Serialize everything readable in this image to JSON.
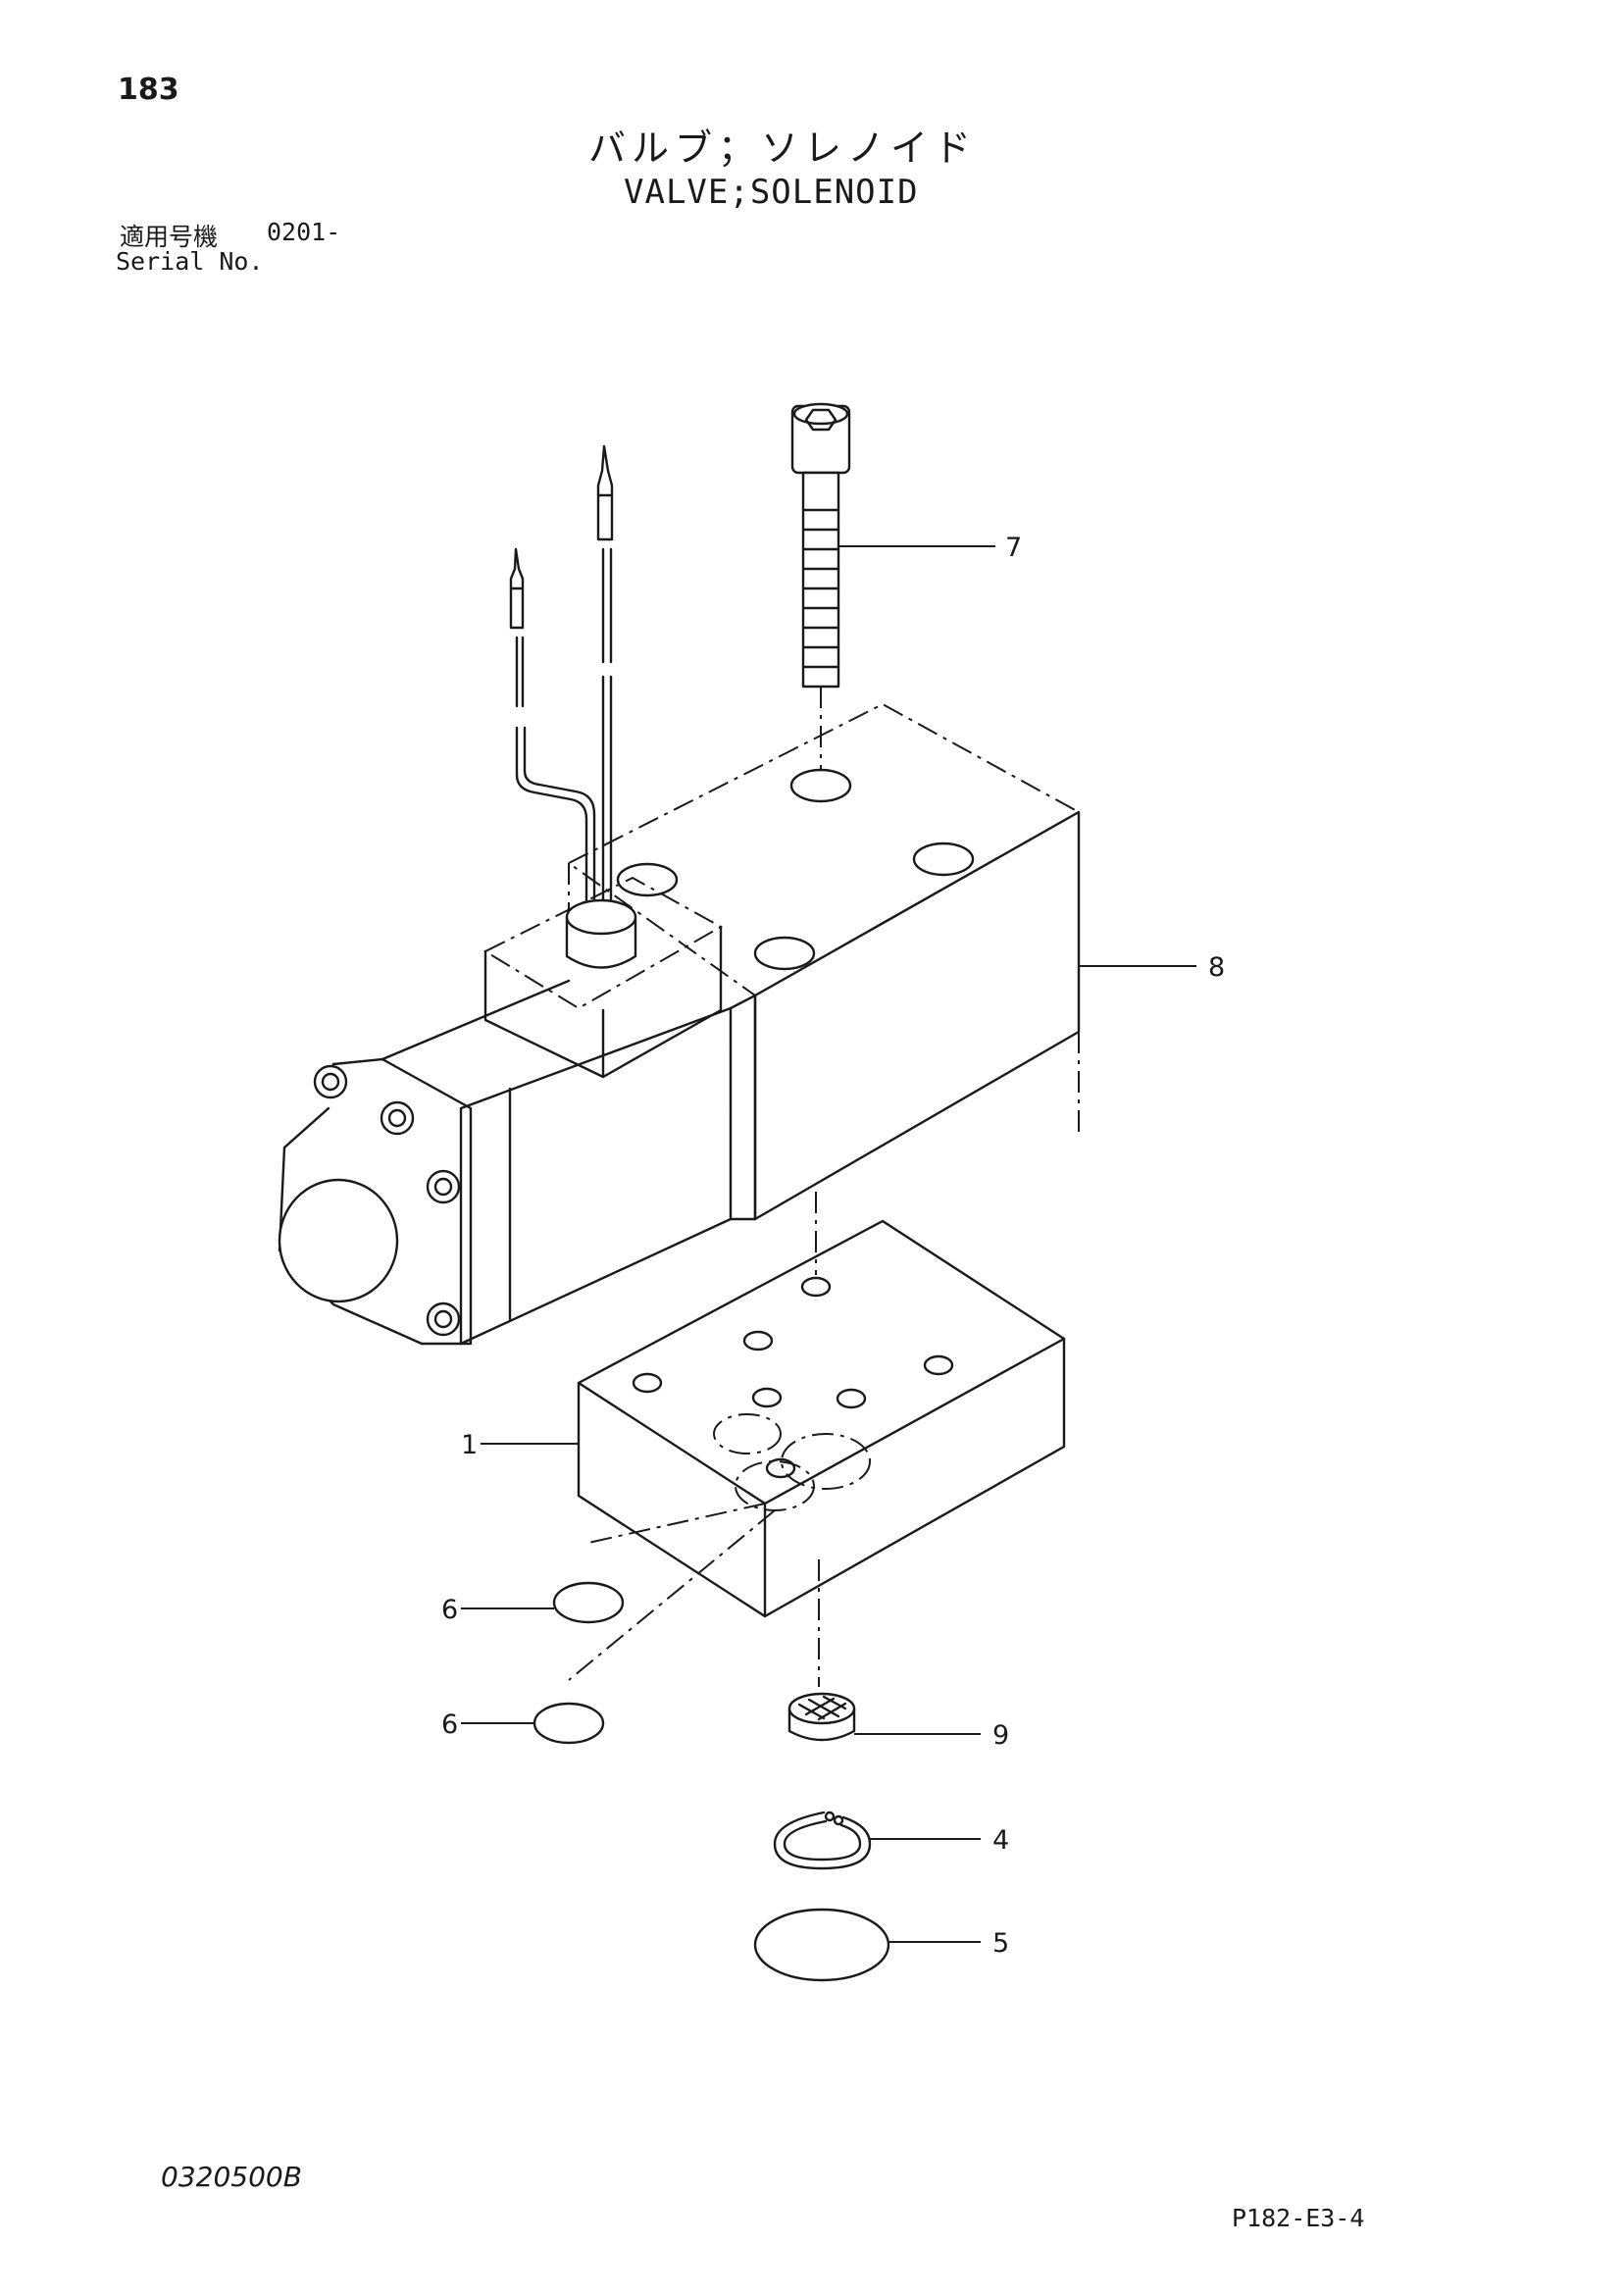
{
  "page_number": "183",
  "title": {
    "japanese": "バルブ；ソレノイド",
    "english": "VALVE;SOLENOID"
  },
  "serial": {
    "label_japanese": "適用号機",
    "label_english": "Serial No.",
    "value": "0201-"
  },
  "callouts": [
    "7",
    "8",
    "1",
    "6",
    "6",
    "9",
    "4",
    "5"
  ],
  "footer": {
    "doc_code": "0320500B",
    "ref_code": "P182-E3-4"
  }
}
